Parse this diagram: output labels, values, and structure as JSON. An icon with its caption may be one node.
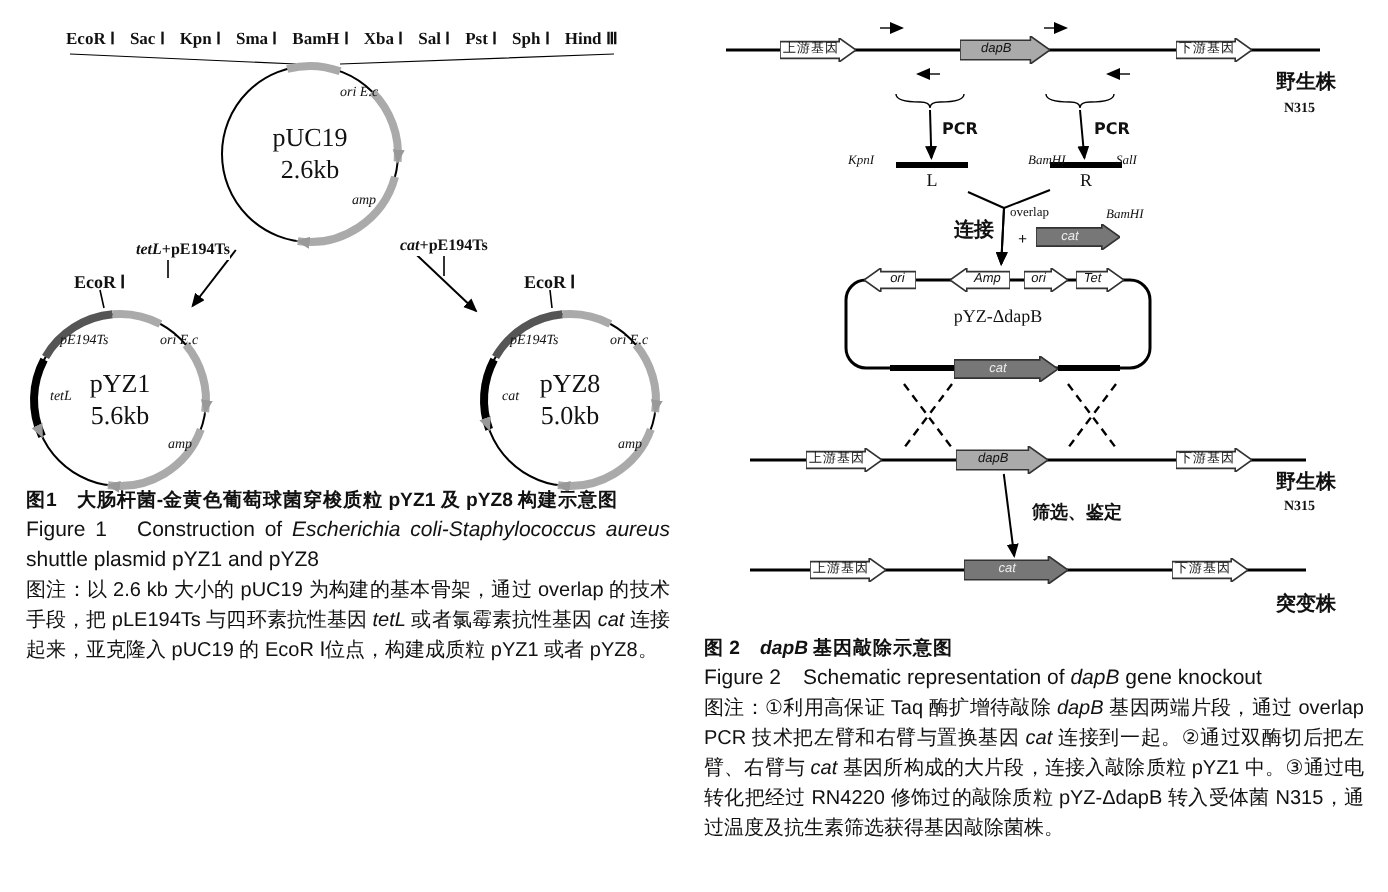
{
  "diagram": {
    "nodes": [
      {
        "text": [
          "pUC19 2.6kb"
        ],
        "beside": [
          "EcoR Ⅰ",
          "Sac Ⅰ",
          "Kpn Ⅰ",
          "Sma Ⅰ",
          "BamH Ⅰ",
          "Xba Ⅰ",
          "Sal Ⅰ",
          "Pst Ⅰ",
          "Sph Ⅰ",
          "Hind Ⅲ"
        ]
      },
      {
        "text": [
          "pYZ1 5.6kb"
        ],
        "beside": [
          "EcoR Ⅰ"
        ]
      },
      {
        "text": [
          "pYZ8 5.0kb"
        ],
        "beside": [
          "EcoR Ⅰ"
        ]
      },
      {
        "text": [
          "上游基因"
        ]
      },
      {
        "text": [
          "dapB"
        ]
      },
      {
        "text": [
          "下游基因"
        ]
      },
      {
        "text": [
          "L"
        ]
      },
      {
        "text": [
          "R"
        ]
      },
      {
        "text": [
          "cat"
        ]
      },
      {
        "text": [
          "pYZ-ΔdapB"
        ]
      },
      {
        "text": [
          "ori"
        ]
      },
      {
        "text": [
          "Amp"
        ]
      },
      {
        "text": [
          "ori"
        ]
      },
      {
        "text": [
          "Tet"
        ]
      },
      {
        "text": [
          "cat"
        ]
      },
      {
        "text": [
          "上游基因"
        ]
      },
      {
        "text": [
          "dapB"
        ]
      },
      {
        "text": [
          "下游基因"
        ]
      },
      {
        "text": [
          "上游基因"
        ]
      },
      {
        "text": [
          "cat"
        ]
      },
      {
        "text": [
          "下游基因"
        ]
      }
    ],
    "edges": [
      {
        "from": 0,
        "to": 1,
        "arrow": "to",
        "label": "*tetL*+pE194Ts"
      },
      {
        "from": 0,
        "to": 2,
        "arrow": "to",
        "label": "*cat*+pE194Ts"
      },
      {
        "from": null,
        "to": 6,
        "arrow": "to",
        "label": "PCR"
      },
      {
        "from": null,
        "to": 7,
        "arrow": "to",
        "label": "PCR"
      },
      {
        "from": 6,
        "to": 9,
        "arrow": "to"
      },
      {
        "from": 7,
        "to": 9,
        "arrow": "to"
      },
      {
        "from": 16,
        "to": 19,
        "arrow": "to",
        "label": "筛选、鉴定"
      }
    ],
    "labels": [
      "ori E.c",
      "amp",
      "pE194Ts",
      "ori E.c",
      "tetL",
      "amp",
      "pE194Ts",
      "ori E.c",
      "cat",
      "amp",
      "图1　大肠杆菌-金黄色葡萄球菌穿梭质粒 pYZ1 及 pYZ8 构建示意图",
      "Figure 1　Construction of *Escherichia coli-Staphylococcus aureus* shuttle plasmid pYZ1 and pYZ8",
      "图注：以 2.6 kb 大小的 pUC19 为构建的基本骨架，通过 overlap 的技术手段，把 pLE194Ts 与四环素抗性基因 *tetL* 或者氯霉素抗性基因 *cat* 连接起来，亚克隆入 pUC19 的 EcoR Ⅰ位点，构建成质粒 pYZ1 或者 pYZ8。",
      "野生株",
      "N315",
      "KpnI",
      "BamHI",
      "SalI",
      "连接",
      "overlap",
      "+",
      "BamHI",
      "野生株",
      "N315",
      "突变株",
      "图 2　*dapB* 基因敲除示意图",
      "Figure 2　Schematic representation of *dapB* gene knockout",
      "图注：①利用高保证 Taq 酶扩增待敲除 *dapB* 基因两端片段，通过 overlap PCR 技术把左臂和右臂与置换基因 *cat* 连接到一起。②通过双酶切后把左臂、右臂与 *cat* 基因所构成的大片段，连接入敲除质粒 pYZ1 中。③通过电转化把经过 RN4220 修饰过的敲除质粒 pYZ-ΔdapB 转入受体菌 N315，通过温度及抗生素筛选获得基因敲除菌株。"
    ]
  }
}
